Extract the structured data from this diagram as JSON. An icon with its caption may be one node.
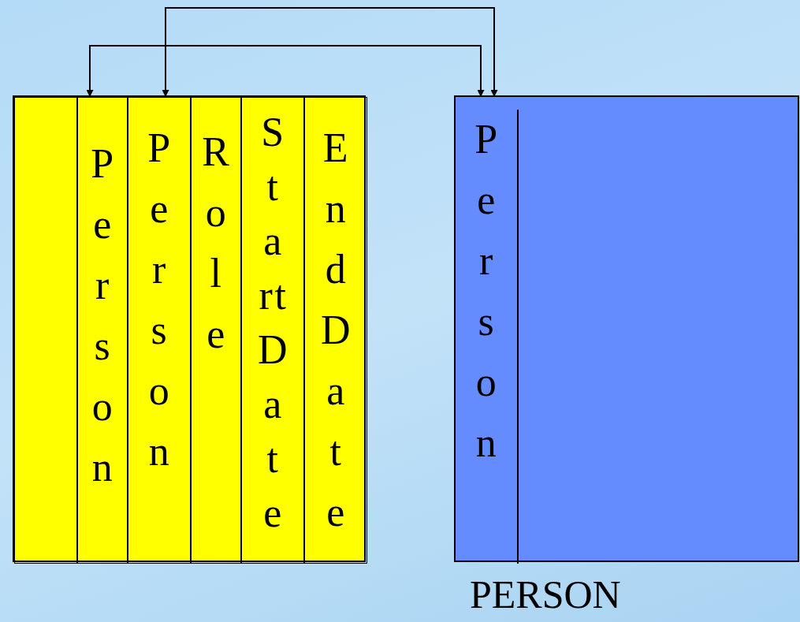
{
  "diagram": {
    "nodes": [
      {
        "text": [],
        "shape": "box"
      },
      {
        "text": [],
        "shape": "box",
        "in": 0
      },
      {
        "text": [
          "Person"
        ],
        "in": 0
      },
      {
        "text": [
          "Person"
        ],
        "in": 0
      },
      {
        "text": [
          "Role"
        ],
        "in": 0
      },
      {
        "text": [
          "StartDate"
        ],
        "in": 0
      },
      {
        "text": [
          "EndDate"
        ],
        "in": 0
      },
      {
        "text": [
          "PERSON"
        ]
      },
      {
        "text": [
          "Person"
        ],
        "in": 7
      }
    ],
    "edges": [
      {
        "from": 2,
        "to": 8,
        "arrow": "both"
      },
      {
        "from": 3,
        "to": 8,
        "arrow": "both"
      }
    ]
  }
}
